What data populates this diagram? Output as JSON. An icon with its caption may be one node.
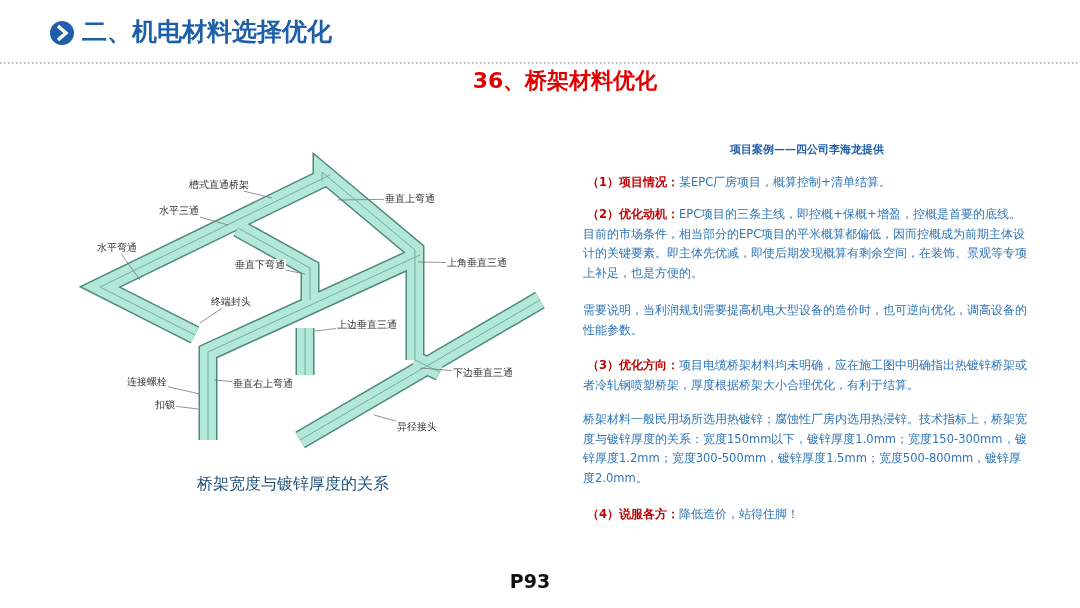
{
  "diagram": {
    "title": "二、机电材料选择优化",
    "nodes": [
      {
        "text": [
          "槽式直通桥架"
        ]
      },
      {
        "text": [
          "水平三通"
        ]
      },
      {
        "text": [
          "水平弯通"
        ]
      },
      {
        "text": [
          "垂直下弯通"
        ]
      },
      {
        "text": [
          "终端封头"
        ]
      },
      {
        "text": [
          "垂直上弯通"
        ]
      },
      {
        "text": [
          "上角垂直三通"
        ]
      },
      {
        "text": [
          "上边垂直三通"
        ]
      },
      {
        "text": [
          "下边垂直三通"
        ]
      },
      {
        "text": [
          "连接螺栓"
        ]
      },
      {
        "text": [
          "垂直右上弯通"
        ]
      },
      {
        "text": [
          "扣锁"
        ]
      },
      {
        "text": [
          "异径接头"
        ]
      }
    ],
    "edges": [
      {
        "from": 0,
        "to": null,
        "arrow": "none"
      },
      {
        "from": 1,
        "to": null,
        "arrow": "none"
      },
      {
        "from": 2,
        "to": null,
        "arrow": "none"
      },
      {
        "from": 3,
        "to": null,
        "arrow": "none"
      },
      {
        "from": 4,
        "to": null,
        "arrow": "none"
      },
      {
        "from": 5,
        "to": null,
        "arrow": "none"
      },
      {
        "from": 6,
        "to": null,
        "arrow": "none"
      },
      {
        "from": 7,
        "to": null,
        "arrow": "none"
      },
      {
        "from": 8,
        "to": null,
        "arrow": "none"
      },
      {
        "from": 9,
        "to": null,
        "arrow": "none"
      },
      {
        "from": 10,
        "to": null,
        "arrow": "none"
      },
      {
        "from": 11,
        "to": null,
        "arrow": "none"
      },
      {
        "from": 12,
        "to": null,
        "arrow": "none"
      }
    ],
    "labels": [
      "36、桥架材料优化",
      "项目案例——四公司李海龙提供",
      "**（1）项目情况：**某EPC厂房项目，概算控制+清单结算。",
      "**（2）优化动机：**EPC项目的三条主线，即控概+保概+增盈，控概是首要的底线。目前的市场条件，相当部分的EPC项目的平米概算都偏低，因而控概成为前期主体设计的关键要素。即主体先优减，即使后期发现概算有剩余空间，在装饰、景观等专项上补足，也是方便的。",
      "需要说明，当利润规划需要提高机电大型设备的造价时，也可逆向优化，调高设备的性能参数。",
      "**（3）优化方向：**项目电缆桥架材料均未明确，应在施工图中明确指出热镀锌桥架或者冷轧钢喷塑桥架，厚度根据桥架大小合理优化，有利于结算。",
      "桥架材料一般民用场所选用热镀锌；腐蚀性厂房内选用热浸锌。技术指标上，桥架宽度与镀锌厚度的关系：宽度150mm以下，镀锌厚度1.0mm；宽度150-300mm，镀锌厚度1.2mm；宽度300-500mm，镀锌厚度1.5mm；宽度500-800mm，镀锌厚度2.0mm。",
      "**（4）说服各方：**降低造价，站得住脚！",
      "桥架宽度与镀锌厚度的关系",
      "P93"
    ]
  }
}
